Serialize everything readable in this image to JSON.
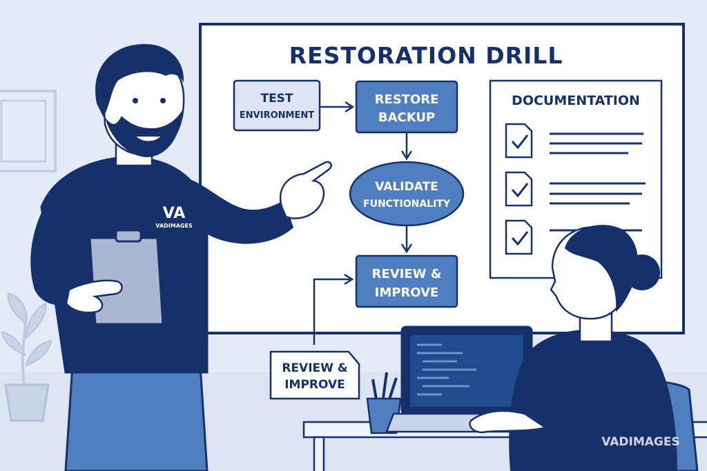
{
  "board": {
    "title": "RESTORATION DRILL",
    "steps": {
      "test_line1": "TEST",
      "test_line2": "ENVIRONMENT",
      "restore_line1": "RESTORE",
      "restore_line2": "BACKUP",
      "validate_line1": "VALIDATE",
      "validate_line2": "FUNCTIONALITY",
      "review_line1": "REVIEW &",
      "review_line2": "IMPROVE"
    },
    "documentation": {
      "title": "DOCUMENTATION"
    }
  },
  "note": {
    "line1": "REVIEW &",
    "line2": "IMPROVE"
  },
  "shirt_logo": {
    "mark": "VA",
    "text": "VADIMAGES"
  },
  "watermark": "VADIMAGES",
  "colors": {
    "navy": "#16306a",
    "accent_blue": "#4f7fbf",
    "light_box": "#dde5f3",
    "background": "#e4eaf6"
  }
}
